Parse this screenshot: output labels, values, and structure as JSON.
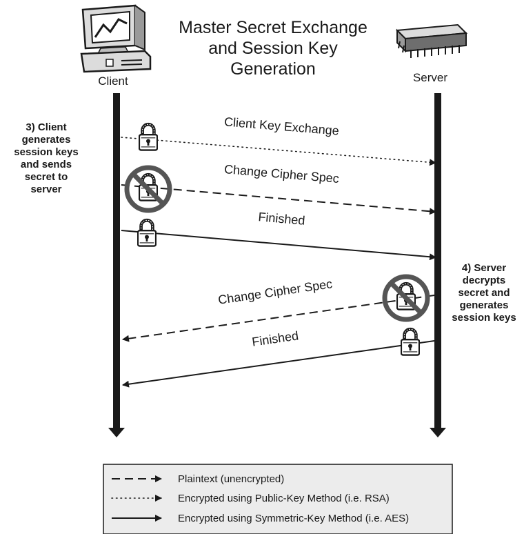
{
  "title": {
    "lines": [
      "Master Secret Exchange",
      "and Session Key",
      "Generation"
    ]
  },
  "client": {
    "label": "Client"
  },
  "server": {
    "label": "Server"
  },
  "notes": {
    "client_step": [
      "3) Client",
      "generates",
      "session  keys",
      "and sends",
      "secret to",
      "server"
    ],
    "server_step": [
      "4) Server",
      "decrypts",
      "secret and",
      "generates",
      "session keys"
    ]
  },
  "messages": [
    {
      "label": "Client Key Exchange",
      "direction": "client-to-server",
      "style": "dotted",
      "lock": "locked"
    },
    {
      "label": "Change Cipher Spec",
      "direction": "client-to-server",
      "style": "dashed",
      "lock": "crossed"
    },
    {
      "label": "Finished",
      "direction": "client-to-server",
      "style": "solid",
      "lock": "locked"
    },
    {
      "label": "Change Cipher Spec",
      "direction": "server-to-client",
      "style": "dashed",
      "lock": "crossed"
    },
    {
      "label": "Finished",
      "direction": "server-to-client",
      "style": "solid",
      "lock": "locked"
    }
  ],
  "legend": {
    "items": [
      {
        "style": "dashed",
        "label": "Plaintext (unencrypted)"
      },
      {
        "style": "dotted",
        "label": "Encrypted using Public-Key Method (i.e. RSA)"
      },
      {
        "style": "solid",
        "label": "Encrypted using Symmetric-Key Method (i.e. AES)"
      }
    ]
  },
  "icons": {
    "client": "desktop-computer-icon",
    "server": "server-chip-icon",
    "lock": "padlock-icon",
    "no_lock": "prohibited-padlock-icon"
  },
  "colors": {
    "ink": "#1a1a1a",
    "prohibit": "#555555",
    "legend_bg": "#ececec",
    "monitor": "#dcdcdc"
  }
}
